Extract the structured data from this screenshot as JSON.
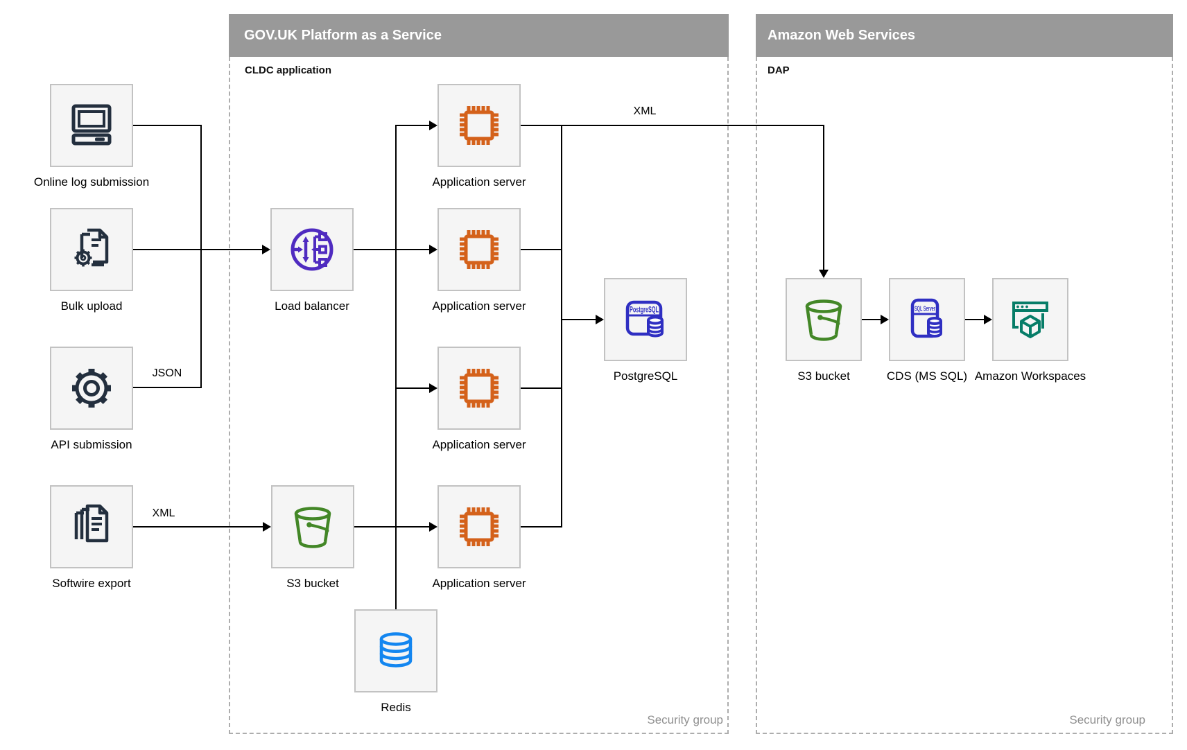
{
  "sources": {
    "online_log": {
      "label": "Online log submission"
    },
    "bulk_upload": {
      "label": "Bulk upload"
    },
    "api_submission": {
      "label": "API submission"
    },
    "softwire_export": {
      "label": "Softwire export"
    }
  },
  "govuk": {
    "title": "GOV.UK Platform as a Service",
    "subtitle": "CLDC application",
    "security_label": "Security group",
    "nodes": {
      "load_balancer": {
        "label": "Load balancer"
      },
      "app_server": {
        "label": "Application server"
      },
      "postgresql": {
        "label": "PostgreSQL",
        "icon_text": "PostgreSQL"
      },
      "s3_bucket": {
        "label": "S3 bucket"
      },
      "redis": {
        "label": "Redis"
      }
    }
  },
  "aws": {
    "title": "Amazon Web Services",
    "subtitle": "DAP",
    "security_label": "Security group",
    "nodes": {
      "s3_bucket": {
        "label": "S3 bucket"
      },
      "cds": {
        "label": "CDS (MS SQL)",
        "icon_text": "SQL Server"
      },
      "workspaces": {
        "label": "Amazon Workspaces"
      }
    }
  },
  "edge_labels": {
    "json": "JSON",
    "xml_softwire": "XML",
    "xml_top": "XML"
  },
  "colors": {
    "zone_header_bg": "#999999",
    "zone_dashed_border": "#adadad",
    "node_bg": "#f5f5f5",
    "node_border": "#c2c2c2",
    "edge": "#000000",
    "security_text": "#8f8f8f",
    "dark_icon": "#232f3e",
    "app_server_orange": "#d4611a",
    "load_balancer_purple": "#4f2bc0",
    "database_indigo": "#2f2fc2",
    "s3_green": "#438727",
    "workspaces_teal": "#077d68",
    "redis_blue": "#1386f0"
  }
}
